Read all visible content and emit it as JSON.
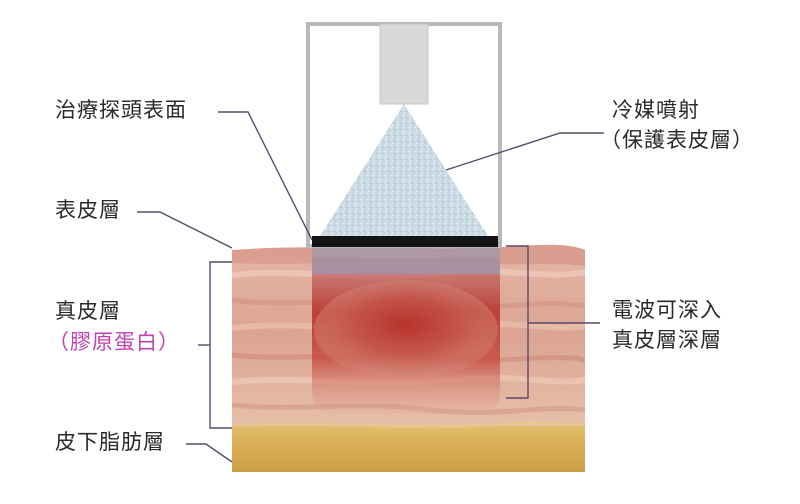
{
  "labels": {
    "probe_surface": "治療探頭表面",
    "coolant_spray": "冷媒噴射",
    "coolant_spray_note": "（保護表皮層）",
    "epidermis": "表皮層",
    "dermis": "真皮層",
    "dermis_note": "（膠原蛋白）",
    "rf_depth_line1": "電波可深入",
    "rf_depth_line2": "真皮層深層",
    "subcutaneous_fat": "皮下脂肪層"
  },
  "colors": {
    "label_text": "#2a2a2a",
    "collagen_highlight": "#c23fb4",
    "leader_line": "#5a4a6a",
    "probe_frame": "#b8b8b8",
    "spray": "#c5d6e0",
    "tip": "#1a1a1a",
    "dermis": "#d9a597",
    "fat": "#d9b15a",
    "heat": "#b8312c"
  }
}
